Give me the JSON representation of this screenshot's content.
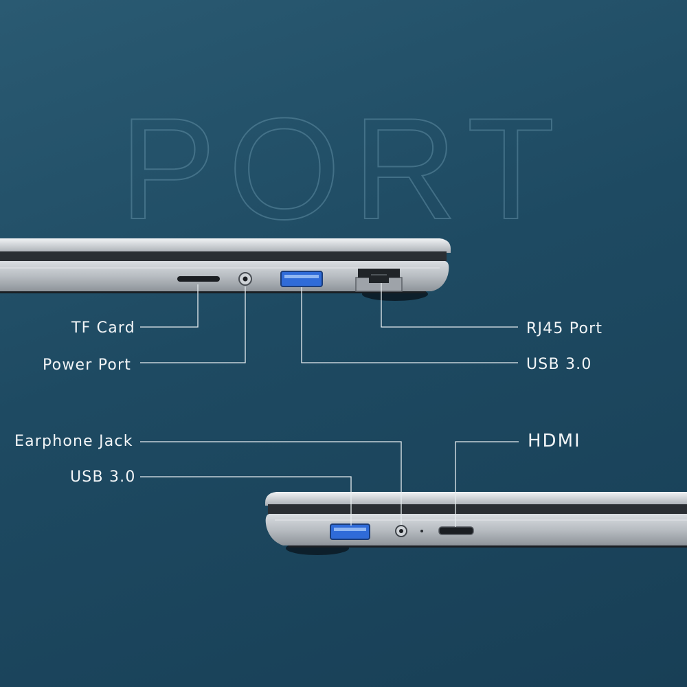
{
  "heading": "PORT",
  "labels": {
    "tf_card": "TF Card",
    "power_port": "Power Port",
    "rj45_port": "RJ45 Port",
    "usb_right": "USB 3.0",
    "earphone_jack": "Earphone Jack",
    "usb_left": "USB 3.0",
    "hdmi": "HDMI"
  },
  "colors": {
    "background": "#1e4a62",
    "usb_port": "#2f6bd8",
    "label_text": "#f2f5f7",
    "chassis": "#c9cdd2"
  }
}
